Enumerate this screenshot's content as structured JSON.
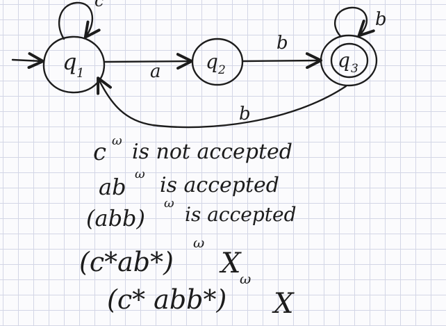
{
  "automaton": {
    "states": [
      {
        "id": "q1",
        "base": "q",
        "sub": "1",
        "initial": true,
        "accepting": false
      },
      {
        "id": "q2",
        "base": "q",
        "sub": "2",
        "initial": false,
        "accepting": false
      },
      {
        "id": "q3",
        "base": "q",
        "sub": "3",
        "initial": false,
        "accepting": true
      }
    ],
    "transitions": [
      {
        "from": "q1",
        "to": "q1",
        "label": "c"
      },
      {
        "from": "q1",
        "to": "q2",
        "label": "a"
      },
      {
        "from": "q2",
        "to": "q3",
        "label": "b"
      },
      {
        "from": "q3",
        "to": "q3",
        "label": "b"
      },
      {
        "from": "q3",
        "to": "q1",
        "label": "b"
      }
    ]
  },
  "notes": {
    "line1": {
      "base": "c",
      "sup": "ω",
      "text": "is not accepted"
    },
    "line2": {
      "base": "ab",
      "sup": "ω",
      "text": "is accepted"
    },
    "line3": {
      "base": "(abb)",
      "sup": "ω",
      "text": "is accepted"
    },
    "line4": {
      "inner": "(c*ab*)",
      "sup": "ω",
      "mark": "X"
    },
    "line5": {
      "inner": "(c* abb*)",
      "sup": "ω",
      "mark": "X"
    }
  },
  "colors": {
    "ink": "#1c1c1c",
    "grid": "#d3d6e6",
    "paper": "#fbfbfd"
  }
}
